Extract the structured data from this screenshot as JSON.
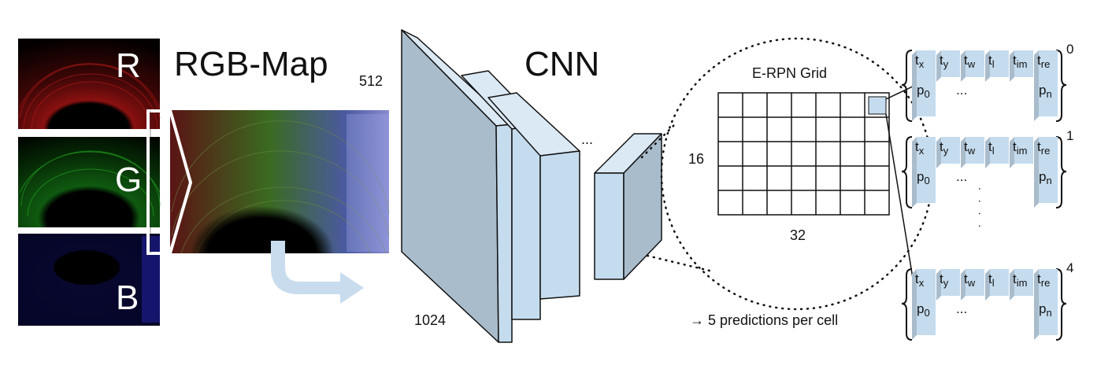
{
  "channels": {
    "r": "R",
    "g": "G",
    "b": "B"
  },
  "rgb_map_title": "RGB-Map",
  "cnn_title": "CNN",
  "dims": {
    "height": "512",
    "width": "1024",
    "grid_rows": "16",
    "grid_cols": "32"
  },
  "grid_title": "E-RPN Grid",
  "ellipsis": "...",
  "vertical_dots": ". . . .",
  "predictions_note": "→ 5 predictions per cell",
  "prediction_indices": [
    "0",
    "1",
    "4"
  ],
  "prediction_terms": [
    {
      "base": "t",
      "sub": "x"
    },
    {
      "base": "t",
      "sub": "y"
    },
    {
      "base": "t",
      "sub": "w"
    },
    {
      "base": "t",
      "sub": "l"
    },
    {
      "base": "t",
      "sub": "im"
    },
    {
      "base": "t",
      "sub": "re"
    }
  ],
  "class_terms": {
    "first": {
      "base": "p",
      "sub": "0"
    },
    "dots": "...",
    "last": {
      "base": "p",
      "sub": "n"
    }
  },
  "colors": {
    "block_face": "#c5dcee",
    "block_front": "#a9bccc",
    "block_side": "#dbe9f5",
    "arrow": "#c8dcee",
    "red_channel": "#d21d1d",
    "green_channel": "#22b422",
    "blue_channel": "#2626d2"
  }
}
